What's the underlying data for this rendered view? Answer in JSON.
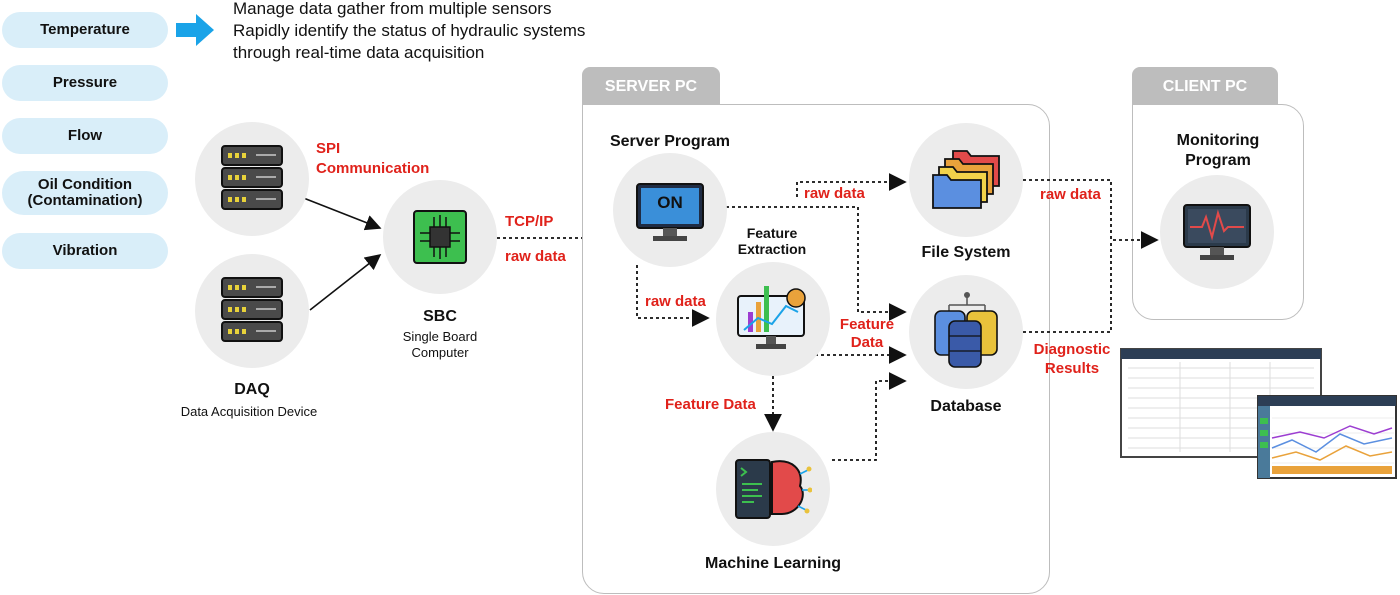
{
  "sensors": [
    "Temperature",
    "Pressure",
    "Flow",
    "Oil Condition\n(Contamination)",
    "Vibration"
  ],
  "intro_lines": [
    "Manage data gather from multiple sensors",
    "Rapidly identify the status of hydraulic systems",
    "through real-time data acquisition"
  ],
  "daq": {
    "title": "DAQ",
    "subtitle": "Data Acquisition Device"
  },
  "sbc": {
    "title": "SBC",
    "subtitle": "Single Board\nComputer"
  },
  "links": {
    "spi": "SPI\nCommunication",
    "tcpip": "TCP/IP",
    "raw_data_sbc": "raw data",
    "raw_data_top": "raw data",
    "raw_data_left": "raw data",
    "raw_data_client": "raw data",
    "feature_data_db": "Feature\nData",
    "feature_data_ml": "Feature Data",
    "diagnostic": "Diagnostic\nResults"
  },
  "server": {
    "tab": "SERVER PC",
    "server_program": "Server Program",
    "on_label": "ON",
    "feature_extraction": "Feature\nExtraction",
    "file_system": "File System",
    "database": "Database",
    "machine_learning": "Machine Learning"
  },
  "client": {
    "tab": "CLIENT PC",
    "monitoring": "Monitoring\nProgram"
  },
  "colors": {
    "accent_red": "#e0221b",
    "pill_bg": "#d9eef9",
    "arrow_blue": "#1aa3e8",
    "tab_gray": "#bdbdbd"
  }
}
